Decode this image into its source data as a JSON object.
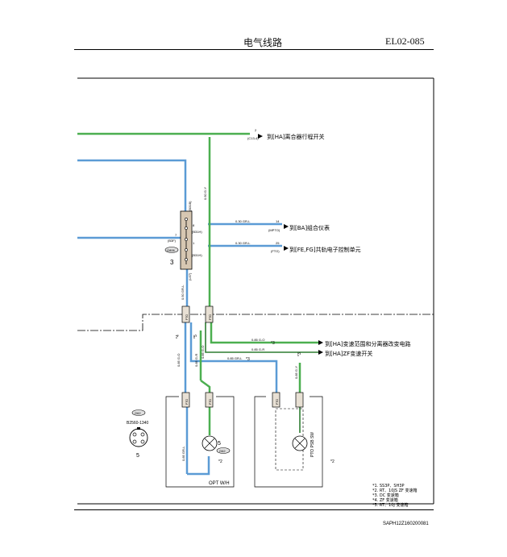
{
  "header": {
    "title": "电气线路",
    "code": "EL02-085"
  },
  "destinations": {
    "clutch": "到[HA]离合器行程开关",
    "meter": "到[BA]组合仪表",
    "ecu": "到[FE,FG]共轨电子控制单元",
    "range": "到[HA]变速范围和分离器改变电路",
    "zf": "到[HA]ZF变速开关"
  },
  "connectors": {
    "c13": "(C13-4)",
    "meter_pin": "14",
    "meter_conn": "(MPTO)",
    "ecu_pin": "25",
    "ecu_conn": "(FTO)",
    "pin_top": "2",
    "pin_7": "7",
    "pin_8": "8",
    "pin_1": "1",
    "b31b": "(B31B)",
    "b31h_a": "(B31H)",
    "b31h_b": "(B31H)",
    "b3f": "(B3F)",
    "l67": "(L67)",
    "g806": "G806",
    "block_num": "3"
  },
  "wires": {
    "w_vert_top": "0.50 G-Y",
    "w_meter": "0.30 GR-L",
    "w_ecu": "0.30 GR-L",
    "w_block": "0.50 GR-L",
    "w_h1": "0.85 G-O",
    "w_h2": "0.85 G-R",
    "w_h3": "0.85 GR-L",
    "w_v1": "0.85 G-O",
    "w_v2": "0.85 G-R",
    "w_v3": "0.85 G-O",
    "w_v4": "0.85 GR-L",
    "w_v5": "0.85 G-Y",
    "m1": "*3",
    "m2": "*4",
    "m3": "*5",
    "m4": "*3",
    "m5": "*3"
  },
  "components": {
    "opt": "OPT W/H",
    "pto": "PTO PSB SW",
    "bulb_num": "5",
    "bulb_conn": "G62",
    "part_code": "B2560-1340",
    "part_conn": "G62",
    "part_num": "5",
    "note_box1": "*2",
    "note_box2": "*2",
    "c_a": "PTO",
    "c_b": "PTO",
    "c_c": "PTO",
    "c_d": "PTO",
    "c_e": "PTO"
  },
  "notes": [
    "*1. SS3P、SH3P",
    "*2. RT、10JS ZF 变速箱",
    "*3. DC 变速箱",
    "*4. ZF 变速箱",
    "*5. RT、10J 变速箱"
  ],
  "footer": {
    "code": "SAPH12Z160200081"
  },
  "colors": {
    "blue": "#5b9bd5",
    "green": "#4caf50",
    "connector": "#d7c7b2"
  }
}
